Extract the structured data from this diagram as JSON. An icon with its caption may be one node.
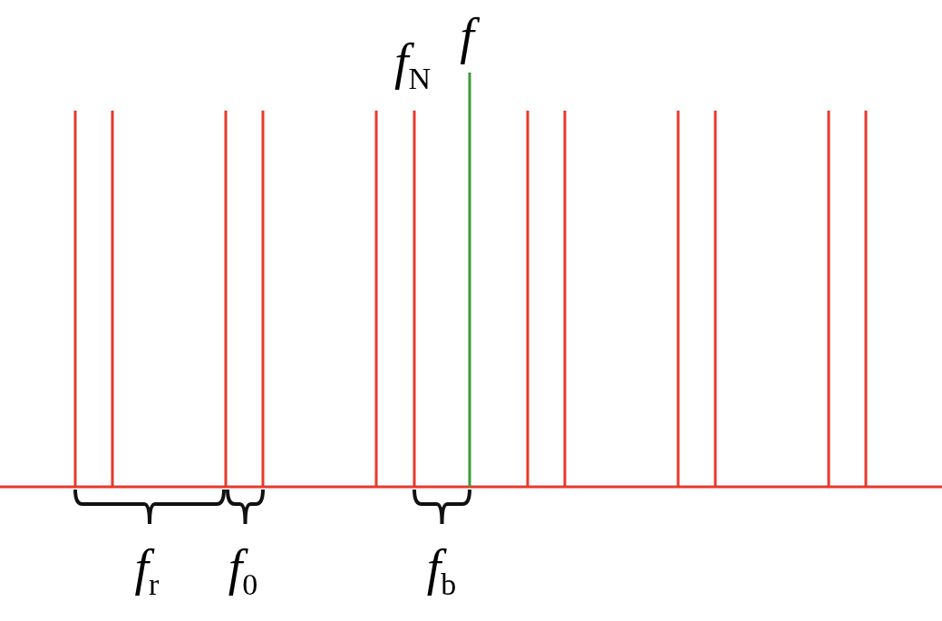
{
  "diagram": {
    "labels": [
      "*f*$_{N}$",
      "f",
      "*f*$_{r}$",
      "*f*$_{0}$",
      "*f*$_{b}$"
    ]
  }
}
